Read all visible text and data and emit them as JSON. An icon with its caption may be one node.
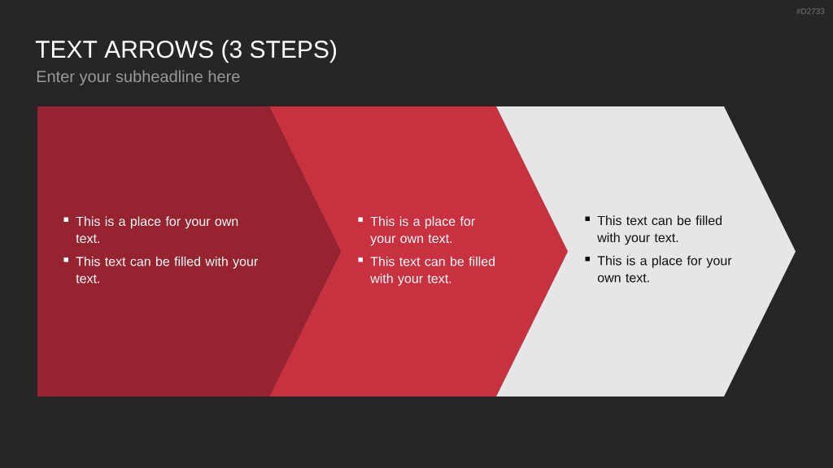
{
  "diagram": {
    "title": "TEXT ARROWS (3 STEPS)",
    "nodes": [
      {
        "text": [
          "This is a place for your own text.",
          "This text can be filled with your text."
        ]
      },
      {
        "text": [
          "This is a place for your own text.",
          "This text can be filled with your text."
        ]
      },
      {
        "text": [
          "This text can be filled with your text.",
          "This is a place for your own text."
        ]
      }
    ],
    "labels": [
      "#D2733",
      "Enter your subheadline here"
    ]
  }
}
